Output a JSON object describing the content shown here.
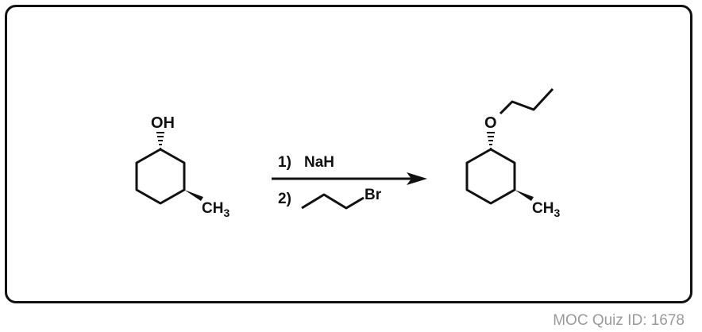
{
  "footer": {
    "quiz_id": "MOC Quiz ID: 1678"
  },
  "reactant": {
    "oh_label": "OH",
    "ch3_main": "CH",
    "ch3_sub": "3"
  },
  "conditions": {
    "step1_number": "1)",
    "step1_reagent": "NaH",
    "step2_number": "2)",
    "step2_br": "Br"
  },
  "product": {
    "o_label": "O",
    "ch3_main": "CH",
    "ch3_sub": "3"
  },
  "colors": {
    "ink": "#111111",
    "caption": "#9a9a9a"
  }
}
